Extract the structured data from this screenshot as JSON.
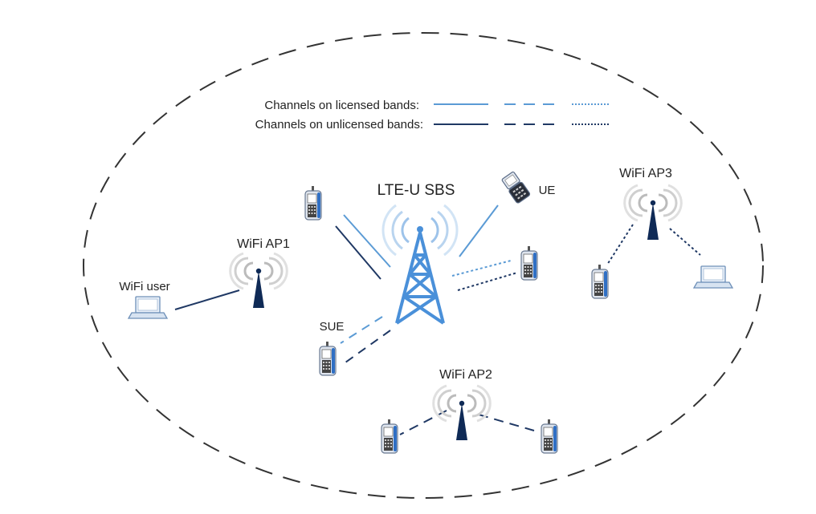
{
  "legend": {
    "licensed_label": "Channels on licensed bands:",
    "unlicensed_label": "Channels on unlicensed bands:"
  },
  "labels": {
    "sbs": "LTE-U SBS",
    "ap1": "WiFi AP1",
    "ap2": "WiFi AP2",
    "ap3": "WiFi AP3",
    "wifi_user": "WiFi user",
    "sue": "SUE",
    "ue": "UE"
  },
  "colors": {
    "licensed": "#5b9bd5",
    "unlicensed": "#1f3864",
    "tower": "#4a90d9",
    "ap_body": "#0f2a56",
    "ellipse": "#333333"
  }
}
